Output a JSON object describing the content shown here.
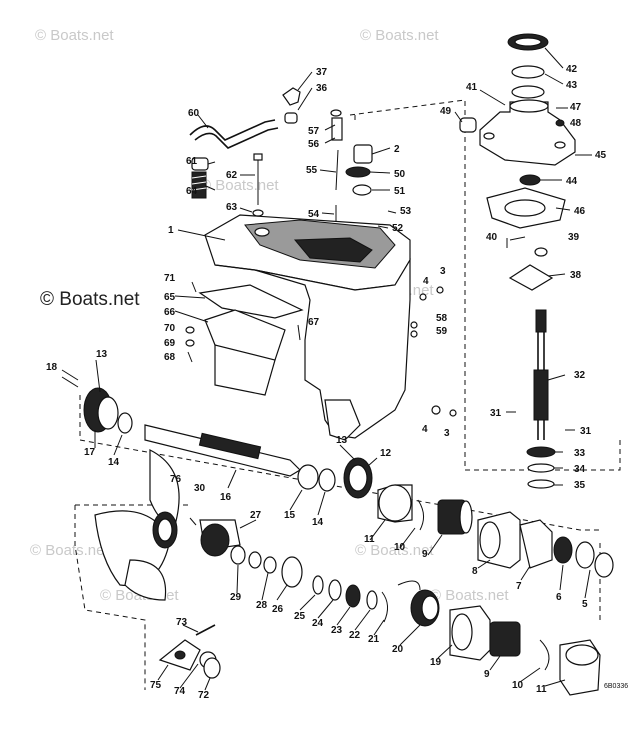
{
  "watermarks": [
    "© Boats.net",
    "© Boats.net",
    "© Boats.net",
    "© Boats.net",
    "© Boats.net",
    "© Boats.net",
    "© Boats.net",
    "© Boats.net"
  ],
  "watermark_main": "© Boats.net",
  "diagram_code": "6B0336",
  "callouts": [
    "37",
    "36",
    "60",
    "57",
    "56",
    "2",
    "55",
    "50",
    "51",
    "42",
    "43",
    "47",
    "41",
    "49",
    "48",
    "45",
    "44",
    "61",
    "62",
    "64",
    "63",
    "54",
    "53",
    "52",
    "46",
    "1",
    "40",
    "39",
    "71",
    "3",
    "4",
    "38",
    "65",
    "66",
    "58",
    "59",
    "67",
    "70",
    "69",
    "68",
    "13",
    "18",
    "32",
    "12",
    "17",
    "14",
    "4",
    "3",
    "31",
    "31",
    "33",
    "34",
    "35",
    "13",
    "30",
    "76",
    "16",
    "15",
    "14",
    "27",
    "11",
    "10",
    "9",
    "8",
    "7",
    "6",
    "5",
    "26",
    "25",
    "24",
    "23",
    "22",
    "21",
    "28",
    "29",
    "73",
    "20",
    "19",
    "75",
    "74",
    "72",
    "9",
    "10",
    "11"
  ]
}
